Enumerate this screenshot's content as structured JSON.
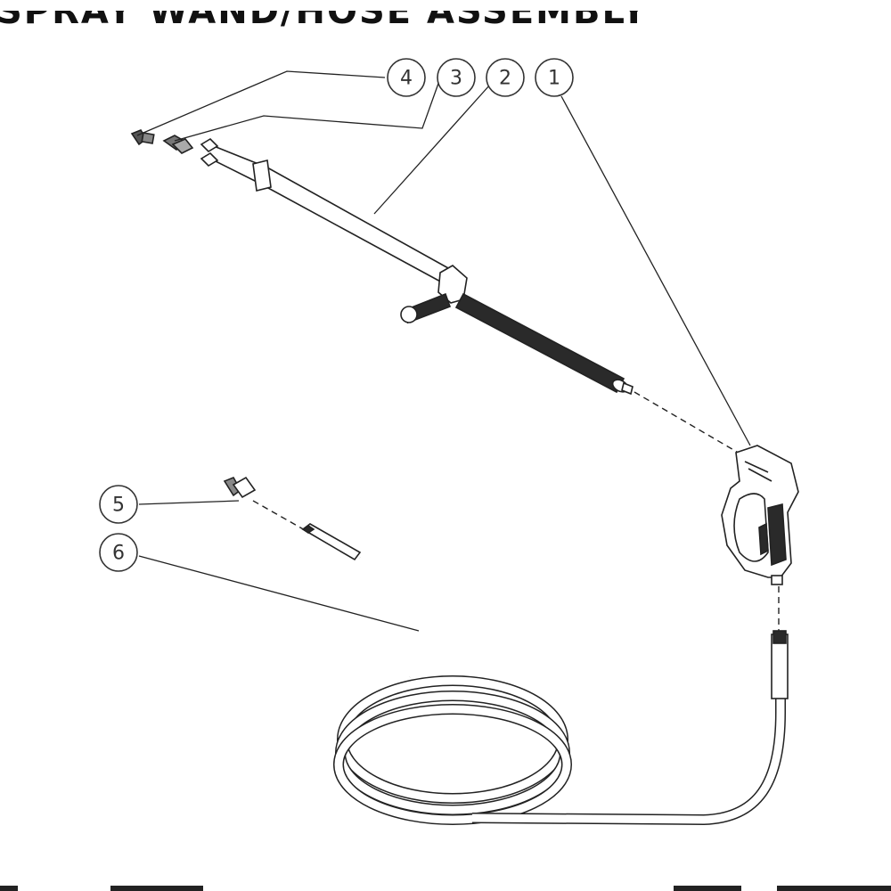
{
  "heading": "SPRAY WAND/HOSE ASSEMBLY",
  "callouts": [
    {
      "id": "1",
      "part": "trigger-gun"
    },
    {
      "id": "2",
      "part": "spray-wand-lance"
    },
    {
      "id": "3",
      "part": "quick-coupler-plug"
    },
    {
      "id": "4",
      "part": "spray-nozzle"
    },
    {
      "id": "5",
      "part": "hose-fitting"
    },
    {
      "id": "6",
      "part": "high-pressure-hose"
    }
  ],
  "colors": {
    "line": "#222222",
    "grip": "#2a2a2a",
    "background": "#ffffff"
  }
}
